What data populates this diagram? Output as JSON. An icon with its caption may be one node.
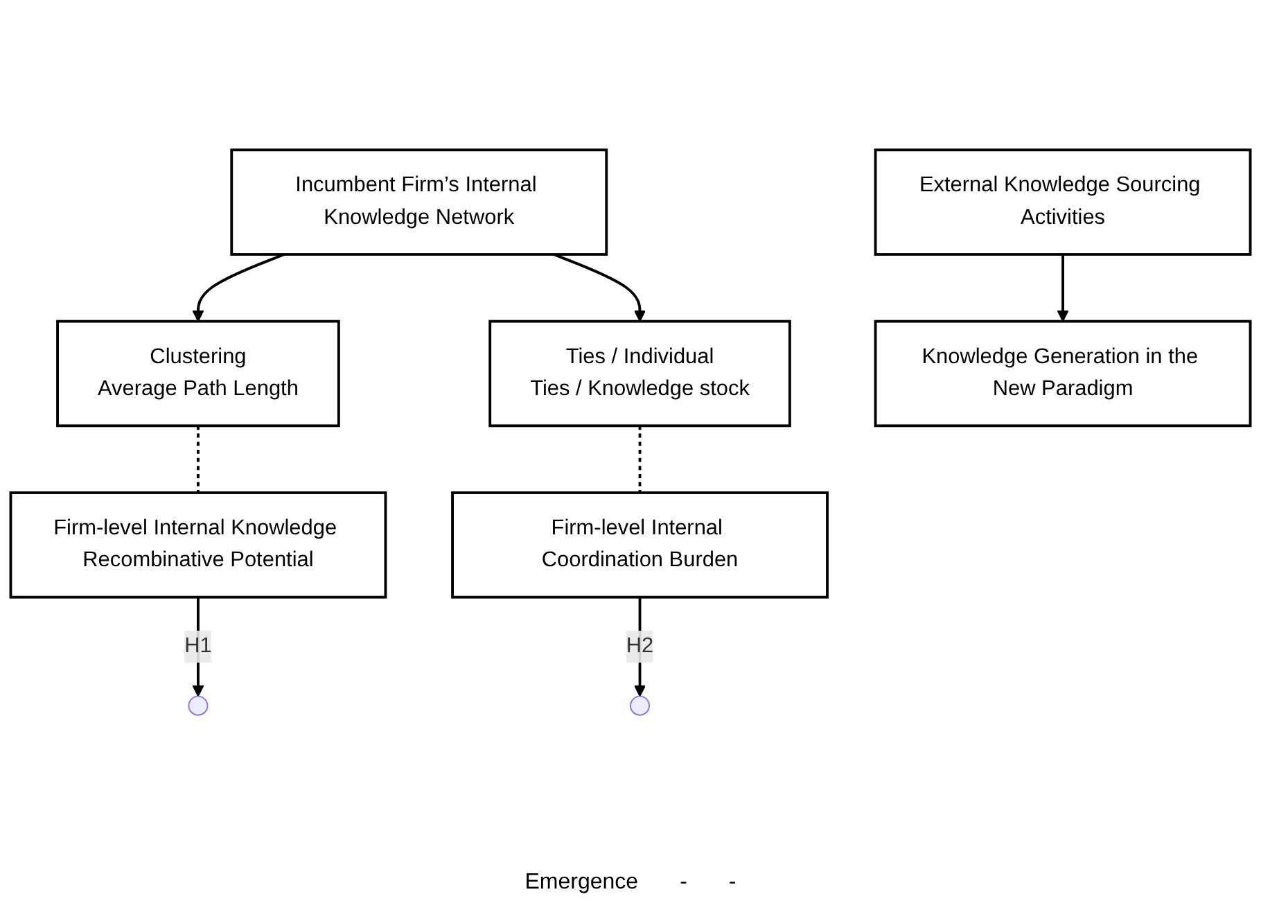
{
  "diagram": {
    "nodes": [
      {
        "text": [
          "Incumbent Firm’s Internal Knowledge Network"
        ]
      },
      {
        "text": [
          "Clustering",
          "Average Path Length"
        ]
      },
      {
        "text": [
          "Ties / Individual",
          "Ties / Knowledge stock"
        ]
      },
      {
        "text": [
          "Firm-level Internal Knowledge Recombinative Potential"
        ]
      },
      {
        "text": [
          "Firm-level Internal Coordination Burden"
        ]
      },
      {
        "text": [
          "External Knowledge Sourcing Activities"
        ]
      },
      {
        "text": [
          "Knowledge Generation in the New Paradigm"
        ]
      }
    ],
    "edges": [
      {
        "from": 0,
        "to": 1,
        "arrow": "to"
      },
      {
        "from": 0,
        "to": 2,
        "arrow": "to"
      },
      {
        "from": 1,
        "to": 3,
        "arrow": "none",
        "style": "dashed"
      },
      {
        "from": 2,
        "to": 4,
        "arrow": "none",
        "style": "dashed"
      },
      {
        "from": 3,
        "to": null,
        "arrow": "to",
        "label": "H1"
      },
      {
        "from": 4,
        "to": null,
        "arrow": "to",
        "label": "H2"
      },
      {
        "from": 5,
        "to": 6,
        "arrow": "to"
      }
    ],
    "labels": [
      "Emergence",
      "-",
      "-"
    ]
  }
}
